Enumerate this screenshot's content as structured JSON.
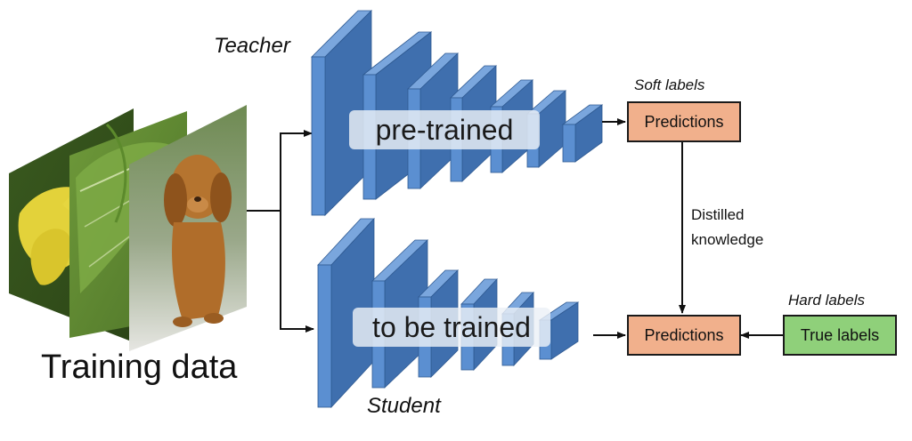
{
  "teacher": {
    "label": "Teacher",
    "overlay": "pre-trained"
  },
  "student": {
    "label": "Student",
    "overlay": "to be trained"
  },
  "training": {
    "label": "Training data"
  },
  "soft": {
    "label": "Soft labels",
    "box": "Predictions"
  },
  "hard": {
    "label": "Hard labels",
    "box": "True labels"
  },
  "student_pred": {
    "box": "Predictions"
  },
  "distill": {
    "line1": "Distilled",
    "line2": "knowledge"
  },
  "colors": {
    "layer_front": "#5b8fd1",
    "layer_side": "#3f6fae",
    "layer_top": "#7aa6dd",
    "pred_box": "#f1b08c",
    "true_box": "#8fd07a"
  }
}
